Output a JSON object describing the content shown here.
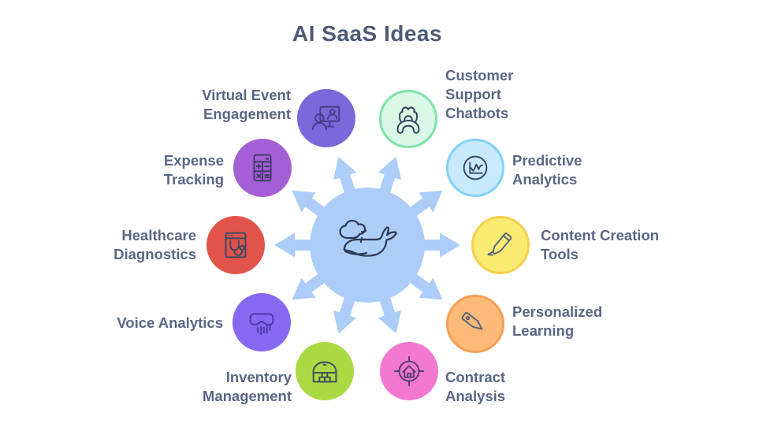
{
  "title": "AI SaaS Ideas",
  "colors": {
    "background": "#ffffff",
    "title_text": "#4d5a74",
    "label_text": "#5b6684",
    "hub_fill": "#abcdf8",
    "hub_icon_stroke": "#2c3850"
  },
  "hub": {
    "icon": "whale-icon",
    "fill": "#abcdf8"
  },
  "nodes": [
    {
      "label": "Customer\nSupport\nChatbots",
      "icon": "support-chatbot-icon",
      "fill": "#d9f8e6",
      "ring": "#7fe2a9",
      "icon_color": "#2f3e55"
    },
    {
      "label": "Predictive\nAnalytics",
      "icon": "line-chart-icon",
      "fill": "#c8eafc",
      "ring": "#82d2f7",
      "icon_color": "#37445e"
    },
    {
      "label": "Content Creation\nTools",
      "icon": "marker-pen-icon",
      "fill": "#f9eb72",
      "ring": "#f3d04b",
      "icon_color": "#57627d"
    },
    {
      "label": "Personalized\nLearning",
      "icon": "price-tag-icon",
      "fill": "#fcba78",
      "ring": "#f69e55",
      "icon_color": "#57627d"
    },
    {
      "label": "Contract\nAnalysis",
      "icon": "target-house-icon",
      "fill": "#f378d0",
      "ring": "#f378d0",
      "icon_color": "#503e70"
    },
    {
      "label": "Inventory\nManagement",
      "icon": "warehouse-boxes-icon",
      "fill": "#a9da44",
      "ring": "#a9da44",
      "icon_color": "#3e4a5c"
    },
    {
      "label": "Voice Analytics",
      "icon": "voice-mask-waveform-icon",
      "fill": "#8569f1",
      "ring": "#8569f1",
      "icon_color": "#4a38a8"
    },
    {
      "label": "Healthcare\nDiagnostics",
      "icon": "stethoscope-window-icon",
      "fill": "#e25349",
      "ring": "#e25349",
      "icon_color": "#364a66"
    },
    {
      "label": "Expense\nTracking",
      "icon": "calculator-icon",
      "fill": "#a55fd6",
      "ring": "#a55fd6",
      "icon_color": "#3f3766"
    },
    {
      "label": "Virtual Event\nEngagement",
      "icon": "virtual-meeting-icon",
      "fill": "#7b68da",
      "ring": "#7b68da",
      "icon_color": "#473a85"
    }
  ]
}
